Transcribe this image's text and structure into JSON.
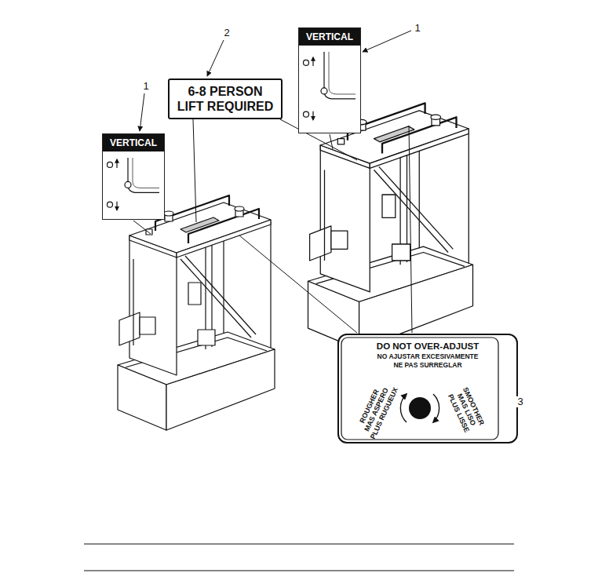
{
  "diagram": {
    "nodes": [
      {
        "text": [
          "VERTICAL"
        ]
      },
      {
        "text": [
          "6-8 PERSON LIFT REQUIRED"
        ]
      },
      {
        "text": [
          "VERTICAL"
        ]
      },
      {
        "text": [
          "DO NOT OVER-ADJUST",
          "NO AJUSTAR EXCESIVAMENTE",
          "NE PAS SURREGLAR",
          "ROUGHER",
          "MAS ASPERO",
          "PLUS RUGUEUX",
          "SMOOTHER",
          "MAS LISO",
          "PLUS LISSE"
        ]
      }
    ],
    "labels": [
      "1",
      "2",
      "1",
      "3"
    ]
  }
}
